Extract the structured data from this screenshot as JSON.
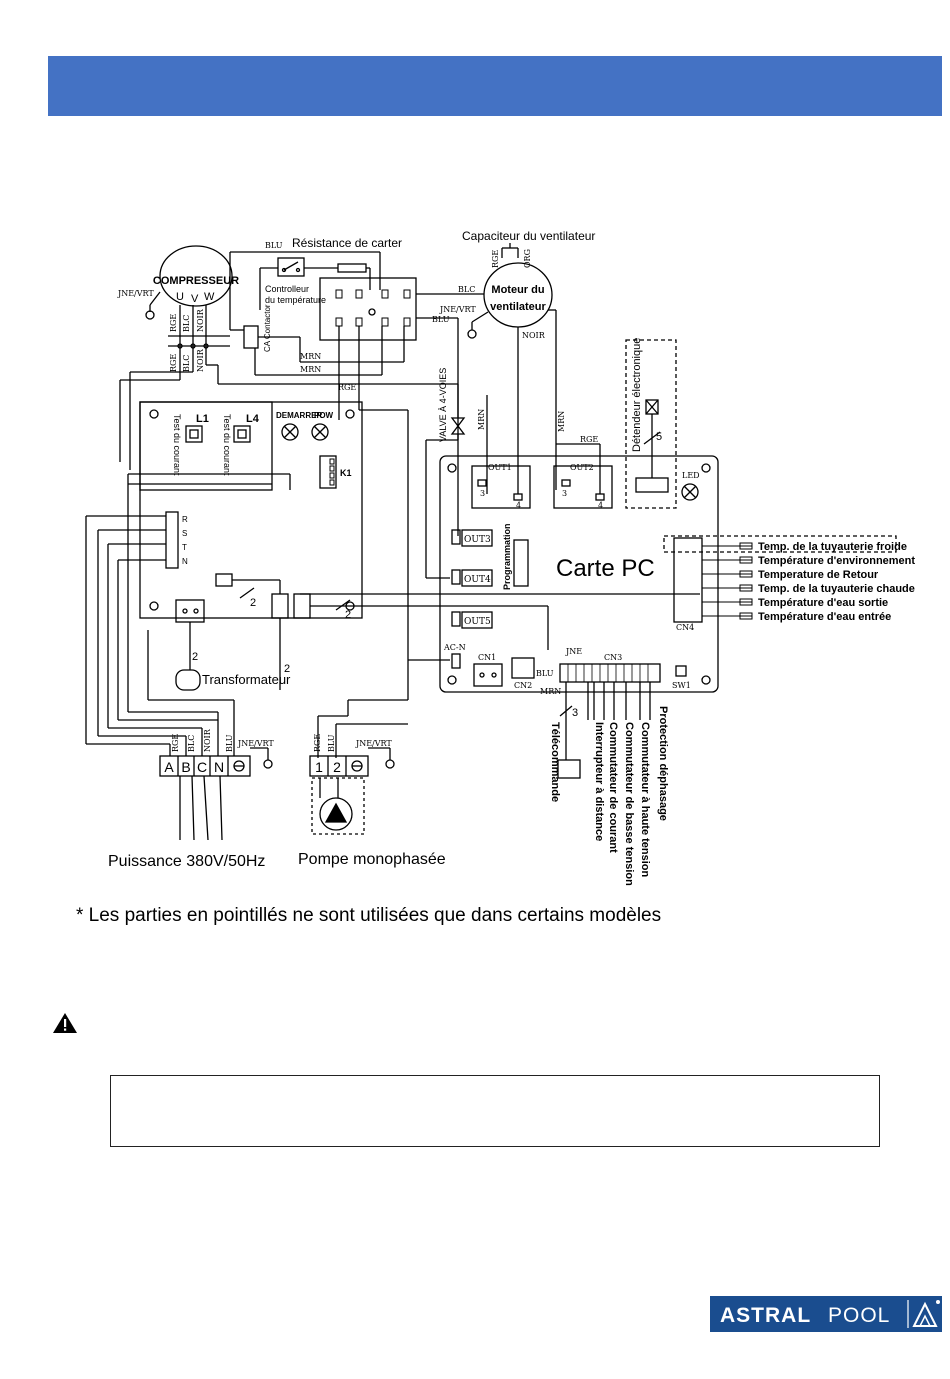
{
  "header": {
    "color": "#4472c4"
  },
  "diagram": {
    "compressor": "COMPRESSEUR",
    "comp_terms": [
      "U",
      "V",
      "W"
    ],
    "jne_vrt": "JNE/VRT",
    "resistance_carter": "Résistance de carter",
    "controlleur_line1": "Controlleur",
    "controlleur_line2": "du température",
    "ca_contactor": "CA Contactor",
    "capacitor": "Capaciteur du ventilateur",
    "fan_motor_line1": "Moteur du",
    "fan_motor_line2": "ventilateur",
    "wire_blu": "BLU",
    "wire_blc": "BLC",
    "wire_rge": "RGE",
    "wire_noir": "NOIR",
    "wire_mrn": "MRN",
    "wire_jne": "JNE",
    "wire_org": "ORG",
    "valve": "VALVE À 4-VOIES",
    "detendeur": "Détendeur électronique",
    "test_courant": "Test du courant",
    "l1": "L1",
    "l4": "L4",
    "demarrer": "DEMARRER",
    "pow": "POW",
    "k1": "K1",
    "rstn": [
      "R",
      "S",
      "T",
      "N"
    ],
    "transformateur": "Transformateur",
    "out1": "OUT1",
    "out2": "OUT2",
    "out3": "OUT3",
    "out4": "OUT4",
    "out5": "OUT5",
    "led": "LED",
    "programmation": "Programmation",
    "carte_pc": "Carte PC",
    "ac_n": "AC-N",
    "cn1": "CN1",
    "cn2": "CN2",
    "cn3": "CN3",
    "cn4": "CN4",
    "sw1": "SW1",
    "num_2": "2",
    "num_3": "3",
    "num_4": "4",
    "num_5": "5",
    "sensors": [
      "Temp. de la tuyauterie froide",
      "Température d'environnement",
      "Temperature de Retour",
      "Temp. de la tuyauterie chaude",
      "Température d'eau sortie",
      "Température d'eau entrée"
    ],
    "bottom_labels": [
      "Télécommande",
      "Interrupteur à distance",
      "Commutateur de courant",
      "Commutateur de basse tension",
      "Commutateur à haute tension",
      "Protection déphasage"
    ],
    "power_terms": [
      "A",
      "B",
      "C",
      "N"
    ],
    "pump_terms": [
      "1",
      "2"
    ],
    "puissance": "Puissance 380V/50Hz",
    "pompe": "Pompe monophasée"
  },
  "note": "* Les parties en pointillés ne sont utilisées que dans certains modèles",
  "logo": {
    "brand_a": "ASTRAL",
    "brand_b": "POOL",
    "color": "#1a4d8f"
  }
}
